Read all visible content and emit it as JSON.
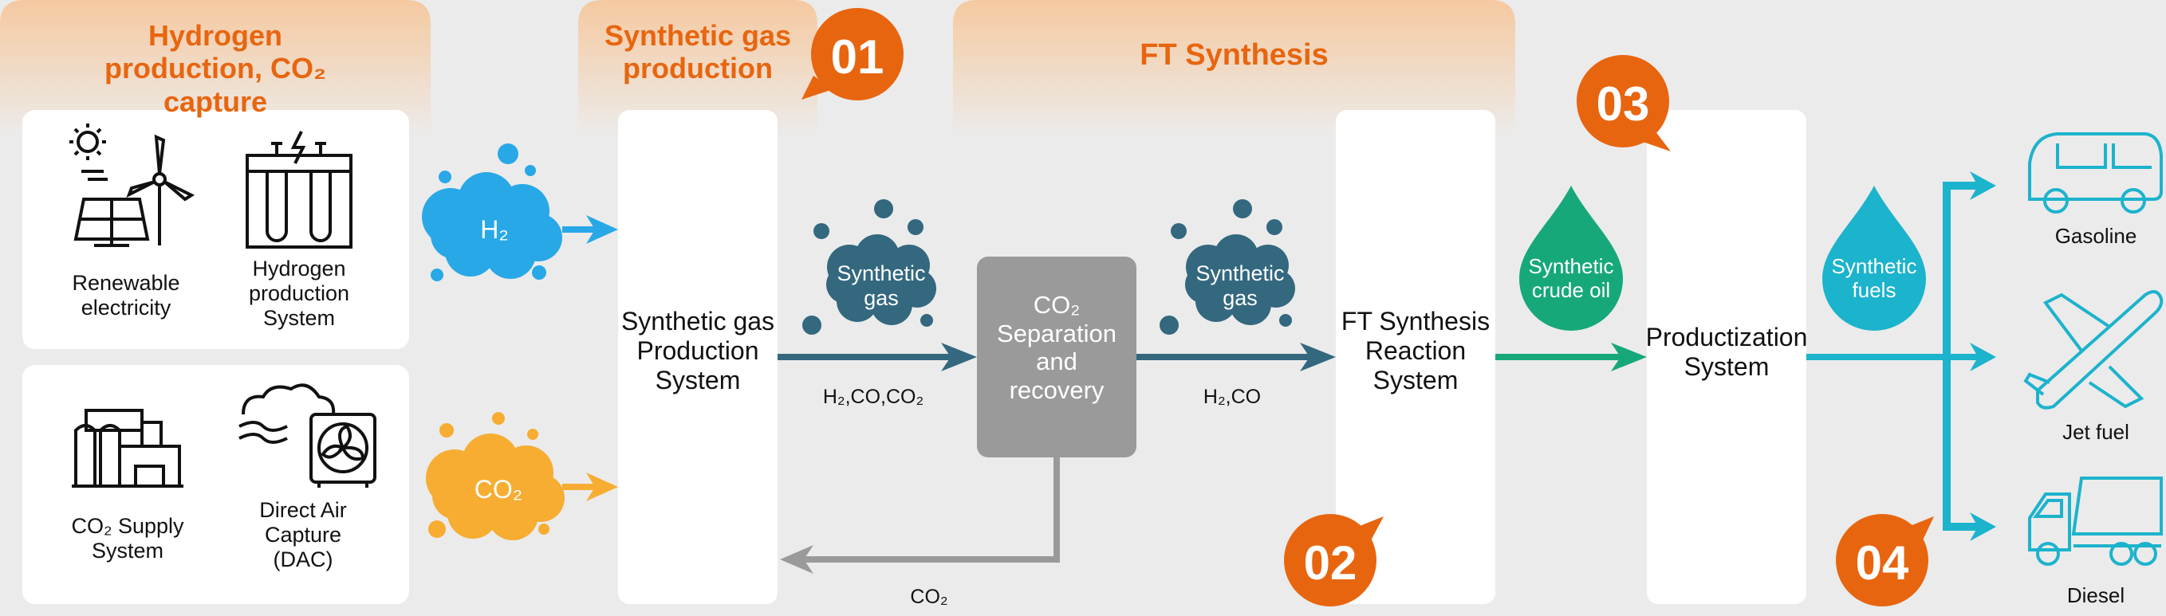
{
  "sections": {
    "hydrogen_co2": "Hydrogen production, CO₂ capture",
    "synthetic_gas": "Synthetic gas production",
    "ft_synthesis": "FT Synthesis"
  },
  "badges": {
    "b01": "01",
    "b02": "02",
    "b03": "03",
    "b04": "04"
  },
  "sources": {
    "renewable": "Renewable electricity",
    "hydrogen_system": "Hydrogen production System",
    "co2_supply": "CO₂ Supply System",
    "dac": "Direct Air Capture (DAC)"
  },
  "clouds": {
    "h2": "H₂",
    "co2": "CO₂",
    "syngas_1": "Synthetic gas",
    "syngas_2": "Synthetic gas"
  },
  "systems": {
    "syngas_production": "Synthetic gas Production System",
    "co2_separation": "CO₂ Separation and recovery",
    "ft_reaction": "FT Synthesis Reaction System",
    "productization": "Productization System"
  },
  "flow_labels": {
    "h2_co_co2": "H₂,CO,CO₂",
    "h2_co": "H₂,CO",
    "co2_return": "CO₂"
  },
  "drops": {
    "crude_oil": "Synthetic crude oil",
    "fuels": "Synthetic fuels"
  },
  "products": {
    "gasoline": "Gasoline",
    "jet_fuel": "Jet fuel",
    "diesel": "Diesel"
  },
  "colors": {
    "orange": "#e8650f",
    "tab": "#f6d0ad",
    "h2_blue": "#28a8e6",
    "co2_yellow": "#f6ad32",
    "syngas": "#33687f",
    "separator": "#9a9a9a",
    "green": "#16a87a",
    "cyan": "#1cb3cc"
  }
}
